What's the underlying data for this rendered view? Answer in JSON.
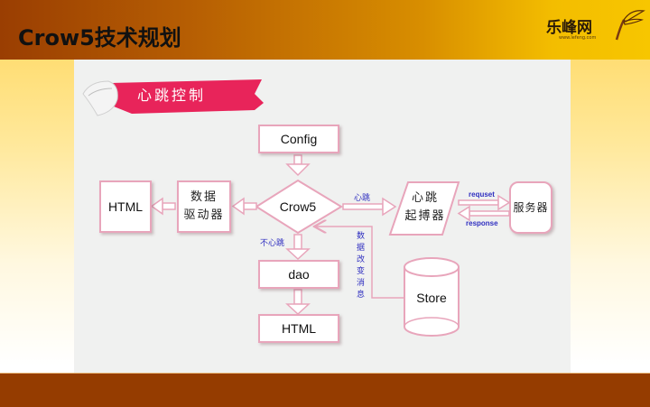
{
  "slide": {
    "title": "Crow5技术规划",
    "logo": {
      "name": "乐峰网",
      "url": "www.lefeng.com"
    },
    "section_banner": "心跳控制"
  },
  "diagram": {
    "nodes": {
      "config": "Config",
      "crow5": "Crow5",
      "html_left": "HTML",
      "data_driver_line1": "数据",
      "data_driver_line2": "驱动器",
      "heartbeat_line1": "心跳",
      "heartbeat_line2": "起搏器",
      "server": "服务器",
      "dao": "dao",
      "html_bottom": "HTML",
      "store": "Store"
    },
    "edge_labels": {
      "heartbeat": "心跳",
      "no_heartbeat": "不心跳",
      "request": "requset",
      "response": "response",
      "data_change_message": [
        "数",
        "据",
        "改",
        "变",
        "消",
        "息"
      ]
    },
    "colors": {
      "node_border": "#e8a5bb",
      "arrow": "#e8a5bb",
      "label": "#2f2fc0",
      "banner": "#e8245a"
    }
  }
}
